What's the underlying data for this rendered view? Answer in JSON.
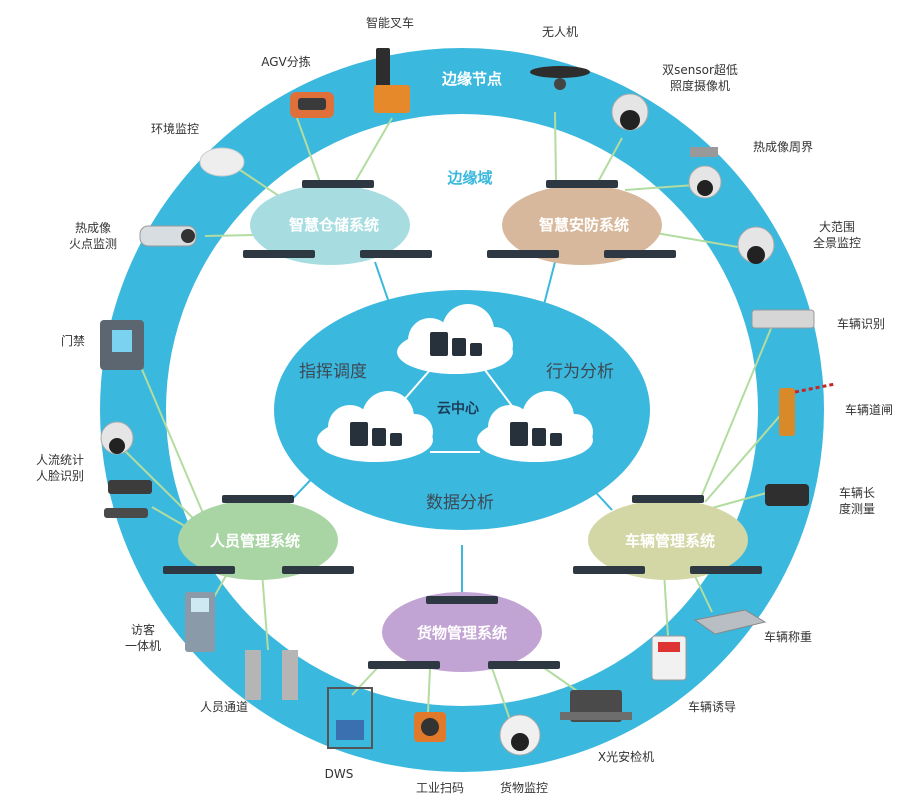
{
  "ring": {
    "outer_label": "边缘节点",
    "inner_label": "边缘域"
  },
  "cloud": {
    "center_label": "云中心",
    "functions": [
      "指挥调度",
      "行为分析",
      "数据分析"
    ]
  },
  "systems": [
    {
      "id": "warehouse",
      "label": "智慧仓储系统",
      "color": "#a7dde1"
    },
    {
      "id": "security",
      "label": "智慧安防系统",
      "color": "#d8b89c"
    },
    {
      "id": "personnel",
      "label": "人员管理系统",
      "color": "#a9d4a4"
    },
    {
      "id": "vehicle",
      "label": "车辆管理系统",
      "color": "#d3d7a6"
    },
    {
      "id": "cargo",
      "label": "货物管理系统",
      "color": "#c2a4d4"
    }
  ],
  "devices": {
    "forklift": "智能叉车",
    "agv": "AGV分拣",
    "env_monitor": "环境监控",
    "thermal_fire": [
      "热成像",
      "火点监测"
    ],
    "drone": "无人机",
    "sensor_camera": [
      "双sensor超低",
      "照度摄像机"
    ],
    "thermal_perimeter": "热成像周界",
    "panorama": [
      "大范围",
      "全景监控"
    ],
    "access": "门禁",
    "face_count": [
      "人流统计",
      "人脸识别"
    ],
    "visitor": [
      "访客",
      "一体机"
    ],
    "passage": "人员通道",
    "plate_recog": "车辆识别",
    "barrier": "车辆道闸",
    "length_measure": [
      "车辆长",
      "度测量"
    ],
    "weighing": "车辆称重",
    "guidance": "车辆诱导",
    "dws": "DWS",
    "scanner": "工业扫码",
    "cargo_monitor": "货物监控",
    "xray": "X光安检机"
  },
  "colors": {
    "ring": "#3bb8dd",
    "cloud": "#3bb8dd",
    "line": "#a6d88f",
    "server": "#2e3842"
  }
}
